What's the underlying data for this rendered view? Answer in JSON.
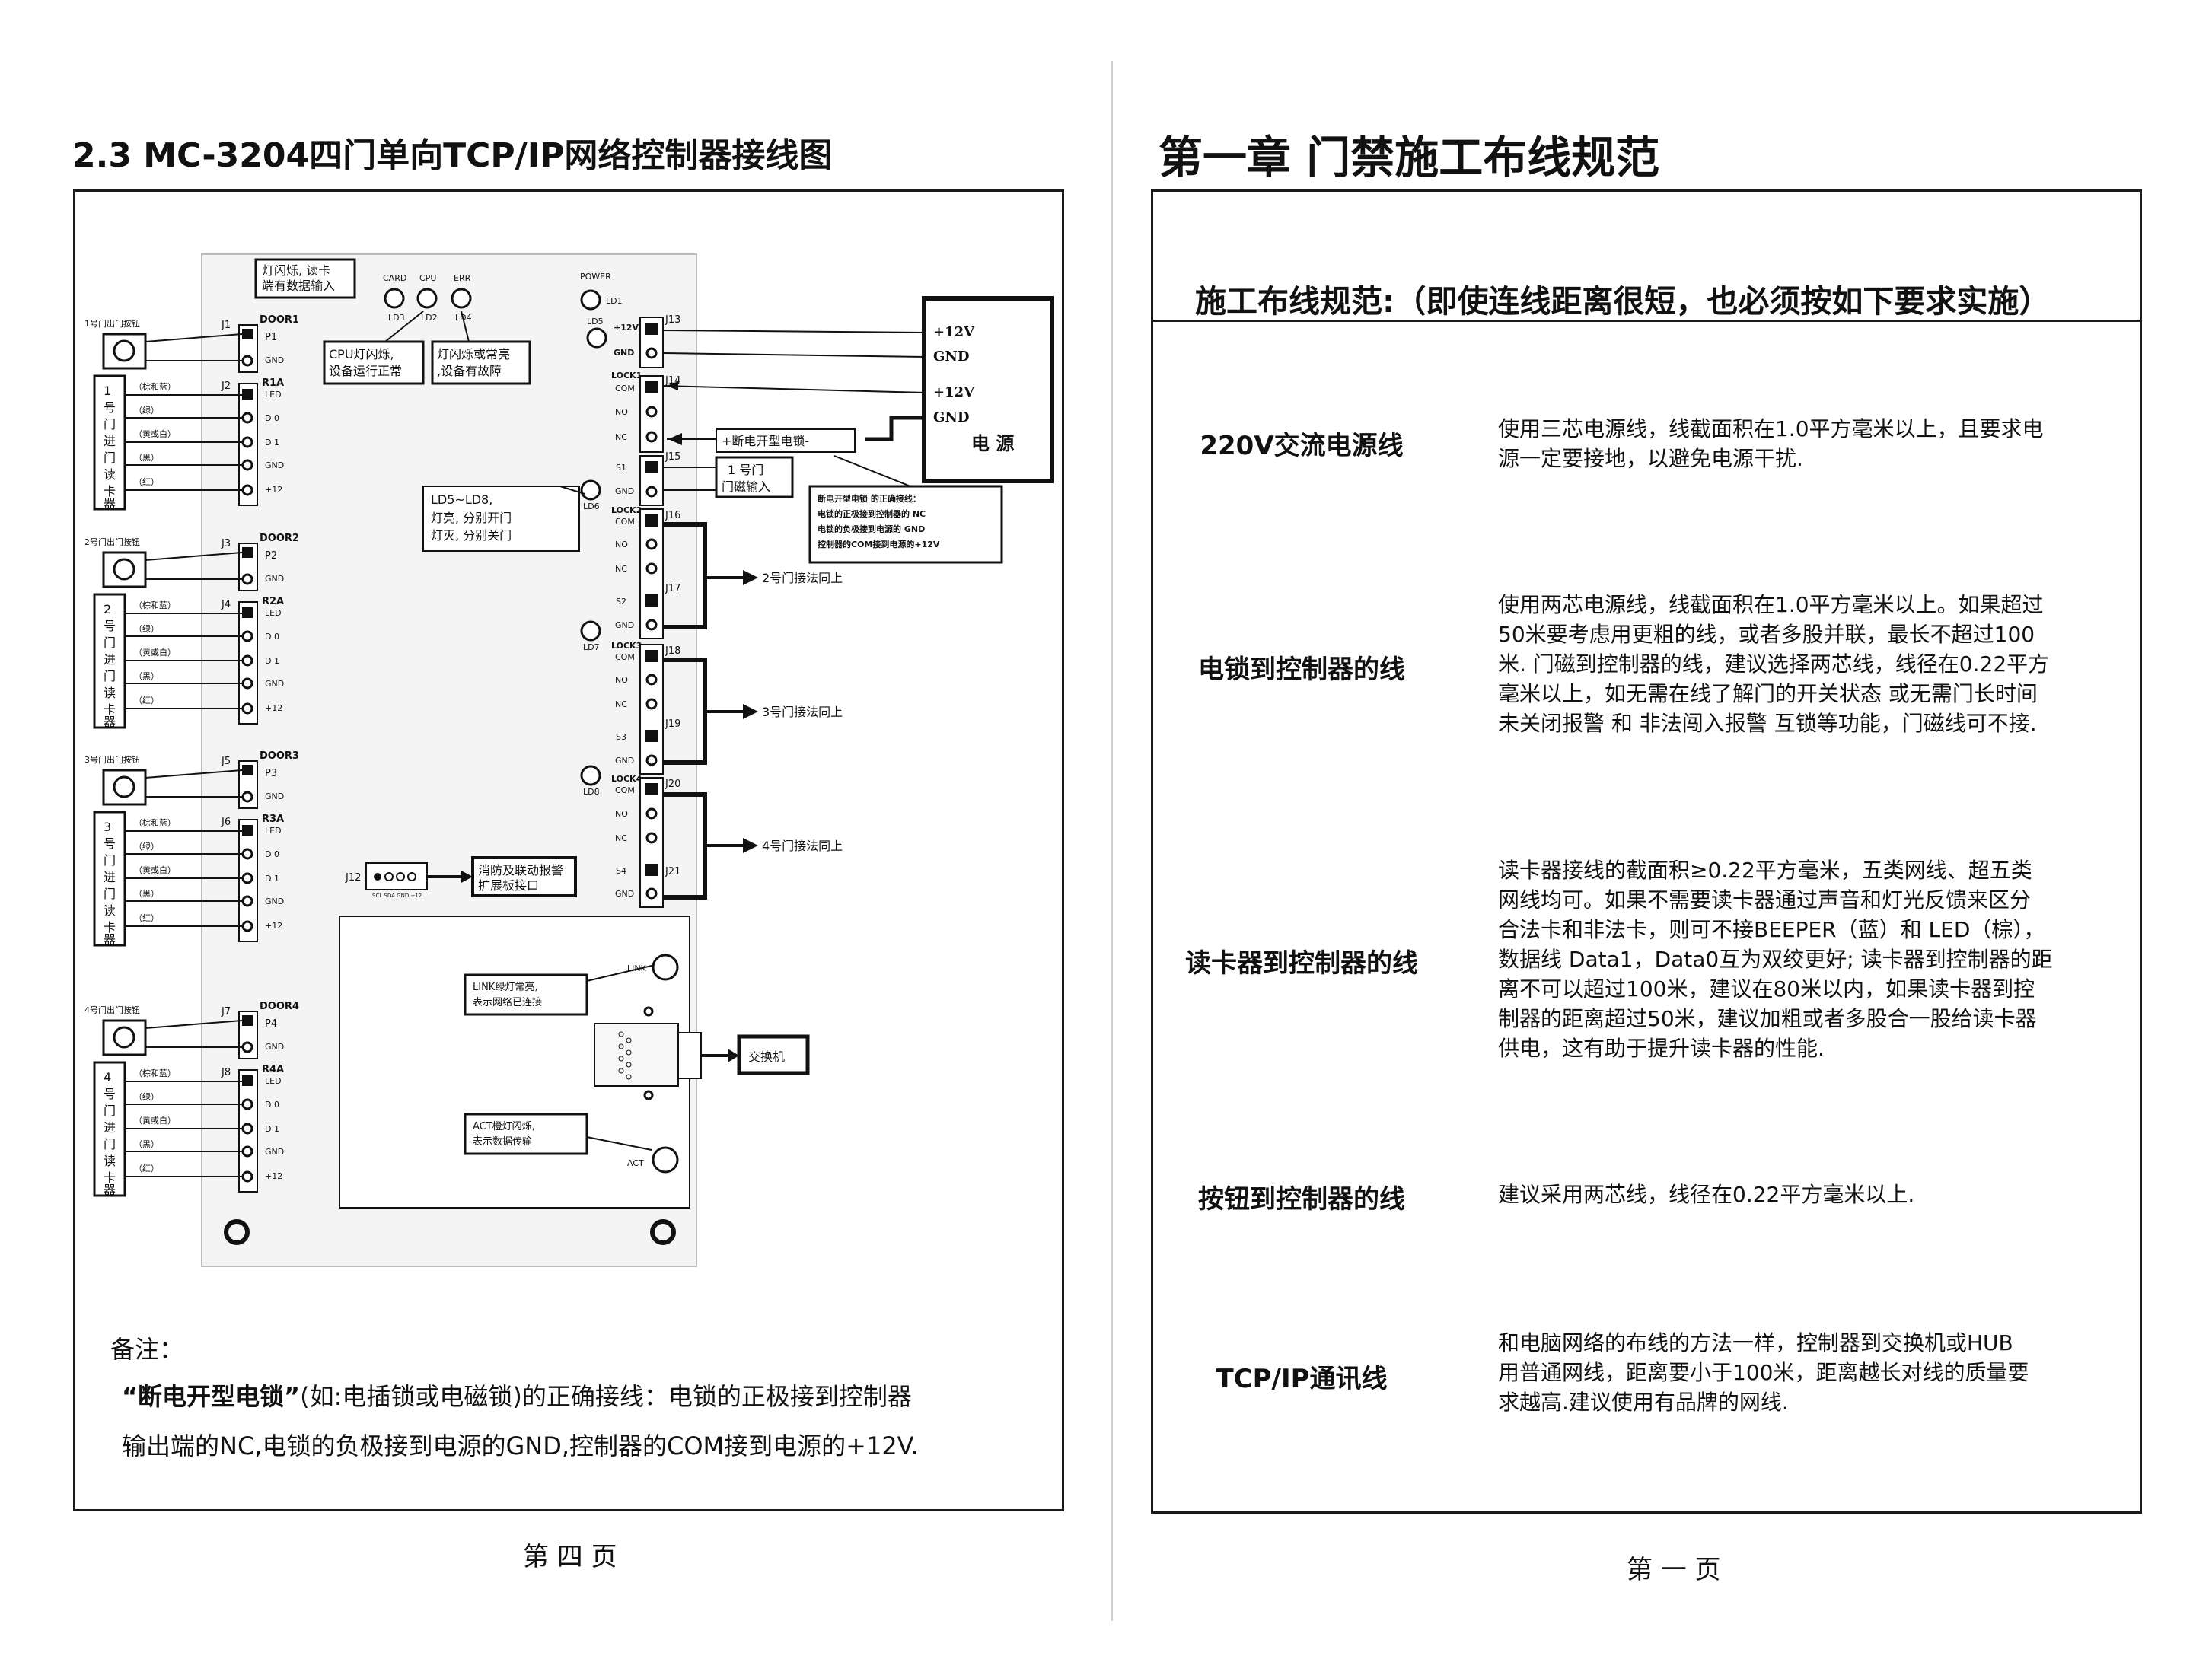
{
  "left_page": {
    "title": "2.3  MC-3204四门单向TCP/IP网络控制器接线图",
    "footer": "第 四 页",
    "notes": {
      "heading": "备注：",
      "line1_bold": "“断电开型电锁”",
      "line1_rest": "(如:电插锁或电磁锁)的正确接线：电锁的正极接到控制器",
      "line2": "输出端的NC,电锁的负极接到电源的GND,控制器的COM接到电源的+12V."
    }
  },
  "diagram": {
    "callouts": {
      "card_flash_1": "灯闪烁, 读卡",
      "card_flash_2": "端有数据输入",
      "cpu_1": "CPU灯闪烁,",
      "cpu_2": "设备运行正常",
      "err_1": "灯闪烁或常亮",
      "err_2": ",设备有故障",
      "ld_1": "LD5~LD8,",
      "ld_2": "灯亮, 分别开门",
      "ld_3": "灯灭, 分别关门",
      "lock_label": "+断电开型电锁-",
      "door_sensor_1": "1 号门",
      "door_sensor_2": "门磁输入",
      "lock_note_1": "断电开型电锁 的正确接线：",
      "lock_note_2": "电锁的正极接到控制器的 NC",
      "lock_note_3": "电锁的负极接到电源的 GND",
      "lock_note_4": "控制器的COM接到电源的+12V",
      "fire_1": "消防及联动报警",
      "fire_2": "扩展板接口",
      "link_1": "LINK绿灯常亮,",
      "link_2": "表示网络已连接",
      "act_1": "ACT橙灯闪烁,",
      "act_2": "表示数据传输",
      "switch": "交换机",
      "door2_same": "2号门接法同上",
      "door3_same": "3号门接法同上",
      "door4_same": "4号门接法同上"
    },
    "leds": {
      "card": "CARD",
      "cpu": "CPU",
      "err": "ERR",
      "power": "POWER",
      "ld1": "LD1",
      "ld2": "LD2",
      "ld3": "LD3",
      "ld4": "LD4",
      "ld5": "LD5",
      "ld6": "LD6",
      "ld7": "LD7",
      "ld8": "LD8",
      "link": "LINK",
      "act": "ACT"
    },
    "power_supply": {
      "v12_a": "+12V",
      "gnd_a": "GND",
      "v12_b": "+12V",
      "gnd_b": "GND",
      "name": "电 源"
    },
    "door_groups": [
      {
        "exit_label": "1号门出门按钮",
        "reader_label": "1号门进门读卡器",
        "j_exit": "J1",
        "j_reader": "J2",
        "door": "DOOR1",
        "p": "P1",
        "r": "R1A"
      },
      {
        "exit_label": "2号门出门按钮",
        "reader_label": "2号门进门读卡器",
        "j_exit": "J3",
        "j_reader": "J4",
        "door": "DOOR2",
        "p": "P2",
        "r": "R2A"
      },
      {
        "exit_label": "3号门出门按钮",
        "reader_label": "3号门进门读卡器",
        "j_exit": "J5",
        "j_reader": "J6",
        "door": "DOOR3",
        "p": "P3",
        "r": "R3A"
      },
      {
        "exit_label": "4号门出门按钮",
        "reader_label": "4号门进门读卡器",
        "j_exit": "J7",
        "j_reader": "J8",
        "door": "DOOR4",
        "p": "P4",
        "r": "R4A"
      }
    ],
    "reader_wires": [
      "（棕和蓝）",
      "（绿）",
      "（黄或白）",
      "（黑）",
      "（红）"
    ],
    "reader_pins": [
      "LED",
      "D 0",
      "D 1",
      "GND",
      "+12"
    ],
    "exit_pins": [
      "P",
      "GND"
    ],
    "lock_pins": [
      "COM",
      "NO",
      "NC"
    ],
    "sensor_pins": [
      "S",
      "GND"
    ],
    "power_pins": [
      "+12V",
      "GND"
    ],
    "j12": {
      "label": "J12",
      "pins": "SCL SDA GND +12"
    },
    "right_connectors": [
      "J13",
      "J14",
      "J15",
      "J16",
      "J17",
      "J18",
      "J19",
      "J20",
      "J21"
    ],
    "locks": [
      "LOCK1",
      "LOCK2",
      "LOCK3",
      "LOCK4"
    ],
    "sensors": [
      "S1",
      "S2",
      "S3",
      "S4"
    ]
  },
  "right_page": {
    "chapter_title": "第一章 门禁施工布线规范",
    "spec_header": "施工布线规范:（即使连线距离很短，也必须按如下要求实施）",
    "footer": "第 一 页",
    "rows": [
      {
        "label": "220V交流电源线",
        "lines": [
          "使用三芯电源线，线截面积在1.0平方毫米以上，且要求电",
          "源一定要接地，以避免电源干扰."
        ]
      },
      {
        "label": "电锁到控制器的线",
        "lines": [
          "使用两芯电源线，线截面积在1.0平方毫米以上。如果超过",
          "50米要考虑用更粗的线，或者多股并联，最长不超过100",
          "米. 门磁到控制器的线，建议选择两芯线，线径在0.22平方",
          "毫米以上，如无需在线了解门的开关状态 或无需门长时间",
          "未关闭报警 和 非法闯入报警 互锁等功能，门磁线可不接."
        ]
      },
      {
        "label": "读卡器到控制器的线",
        "lines": [
          "读卡器接线的截面积≥0.22平方毫米，五类网线、超五类",
          "网线均可。如果不需要读卡器通过声音和灯光反馈来区分",
          "合法卡和非法卡，则可不接BEEPER（蓝）和 LED（棕），",
          "数据线 Data1，Data0互为双绞更好; 读卡器到控制器的距",
          "离不可以超过100米，建议在80米以内，如果读卡器到控",
          "制器的距离超过50米，建议加粗或者多股合一股给读卡器",
          "供电，这有助于提升读卡器的性能."
        ]
      },
      {
        "label": "按钮到控制器的线",
        "lines": [
          "建议采用两芯线，线径在0.22平方毫米以上."
        ]
      },
      {
        "label": "TCP/IP通讯线",
        "lines": [
          "和电脑网络的布线的方法一样，控制器到交换机或HUB",
          "用普通网线，距离要小于100米，距离越长对线的质量要",
          "求越高.建议使用有品牌的网线."
        ]
      }
    ]
  }
}
